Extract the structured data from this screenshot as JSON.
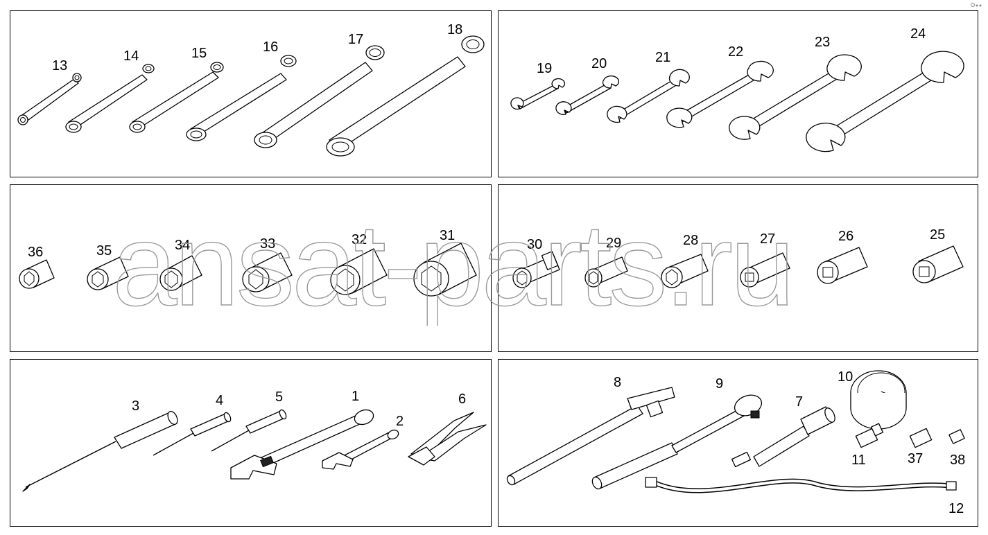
{
  "watermark": "ansat-parts.ru",
  "panels": {
    "ring_spanners": {
      "labels": [
        "13",
        "14",
        "15",
        "16",
        "17",
        "18"
      ]
    },
    "open_end_spanners": {
      "labels": [
        "19",
        "20",
        "21",
        "22",
        "23",
        "24"
      ]
    },
    "sockets_left": {
      "labels": [
        "36",
        "35",
        "34",
        "33",
        "32",
        "31"
      ]
    },
    "sockets_right": {
      "labels": [
        "30",
        "29",
        "28",
        "27",
        "26",
        "25"
      ]
    },
    "hand_tools": {
      "labels": [
        "3",
        "4",
        "5",
        "1",
        "2",
        "6"
      ]
    },
    "drive_tools": {
      "labels": [
        "8",
        "9",
        "7",
        "10",
        "11",
        "37",
        "38",
        "12"
      ]
    }
  }
}
